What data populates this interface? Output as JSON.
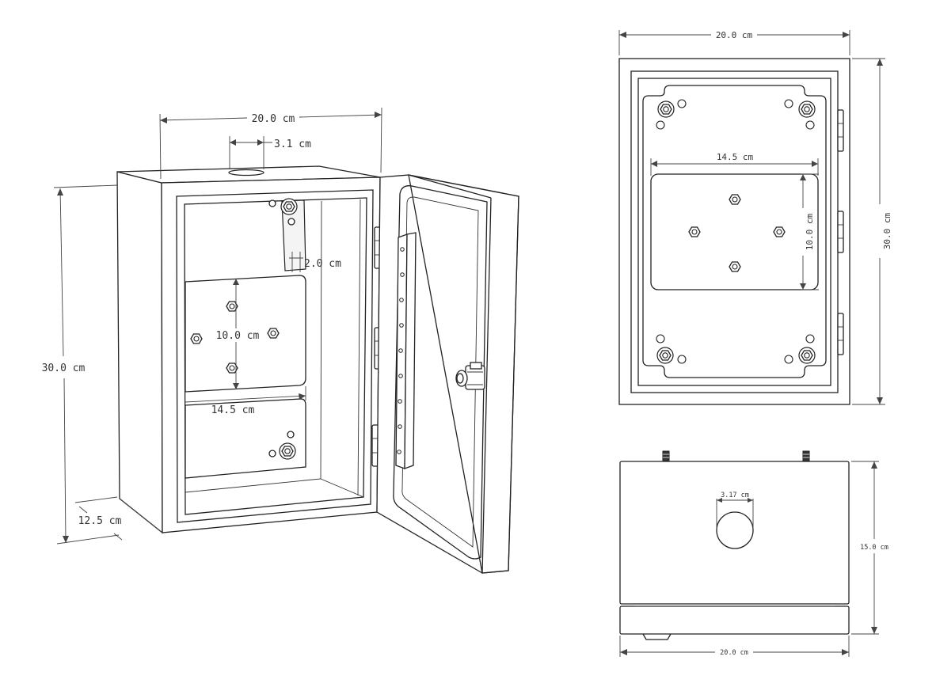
{
  "iso_view": {
    "width_label": "20.0 cm",
    "port_label": "3.1 cm",
    "height_label": "30.0 cm",
    "depth_label": "12.5 cm",
    "plate_gap_label": "2.0 cm",
    "plate_height_label": "10.0 cm",
    "plate_width_label": "14.5 cm"
  },
  "front_view": {
    "width_label": "20.0 cm",
    "height_label": "30.0 cm",
    "plate_width_label": "14.5 cm",
    "plate_height_label": "10.0 cm"
  },
  "bottom_view": {
    "port_label": "3.17 cm",
    "height_label": "15.0 cm",
    "width_label": "20.0 cm"
  }
}
